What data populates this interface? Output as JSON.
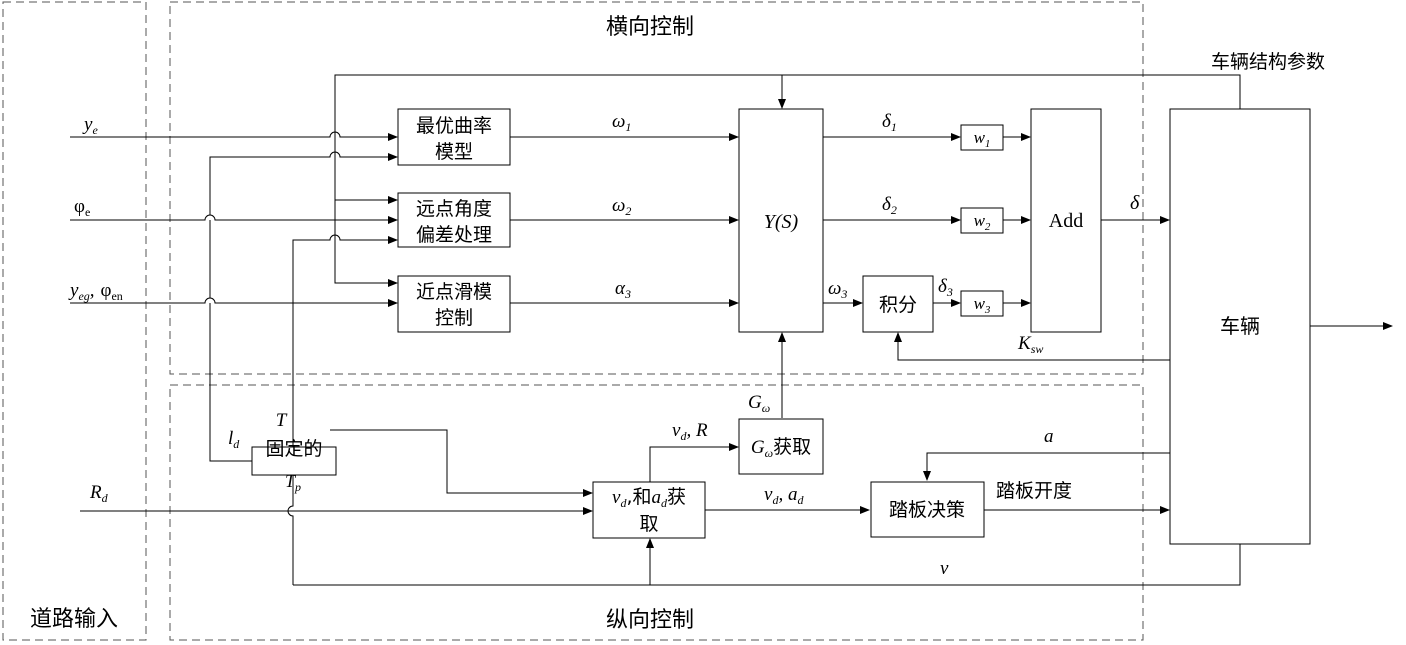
{
  "regions": {
    "road_input": "道路输入",
    "lateral": "横向控制",
    "longitudinal": "纵向控制"
  },
  "inputs": {
    "ye": "y",
    "ye_sub": "e",
    "phie": "φ",
    "phie_sub": "e",
    "yeg": "y",
    "yeg_sub": "eg",
    "yeg_sep": ",",
    "phien": "φ",
    "phien_sub": "en",
    "Rd": "R",
    "Rd_sub": "d"
  },
  "blocks": {
    "opt_curv_l1": "最优曲率",
    "opt_curv_l2": "模型",
    "far_angle_l1": "远点角度",
    "far_angle_l2": "偏差处理",
    "near_slide_l1": "近点滑模",
    "near_slide_l2": "控制",
    "ys": "Y(S)",
    "integ": "积分",
    "w1": "w",
    "w1_sub": "1",
    "w2": "w",
    "w2_sub": "2",
    "w3": "w",
    "w3_sub": "3",
    "add": "Add",
    "vehicle": "车辆",
    "fixed_l1": "固定的",
    "fixed_T": "T",
    "fixed_Tp": "T",
    "fixed_Tp_sub": "p",
    "gw_main": "G",
    "gw_sub": "ω",
    "gw_tail": "获取",
    "vdad_v": "v",
    "vdad_vsub": "d",
    "vdad_and": ",和",
    "vdad_a": "a",
    "vdad_asub": "d",
    "vdad_tail": "获",
    "vdad_l2": "取",
    "pedal": "踏板决策"
  },
  "signals": {
    "w1": "ω",
    "w1_sub": "1",
    "w2": "ω",
    "w2_sub": "2",
    "a3": "α",
    "a3_sub": "3",
    "w3": "ω",
    "w3_sub": "3",
    "d1": "δ",
    "d1_sub": "1",
    "d2": "δ",
    "d2_sub": "2",
    "d3": "δ",
    "d3_sub": "3",
    "delta": "δ",
    "ksw": "K",
    "ksw_sub": "sw",
    "gw": "G",
    "gw_sub": "ω",
    "ld": "l",
    "ld_sub": "d",
    "vdR_v": "v",
    "vdR_vsub": "d",
    "vdR_R": ", R",
    "vdad_v": "v",
    "vdad_vsub": "d",
    "vdad_a": ", a",
    "vdad_asub": "d",
    "a": "a",
    "v": "v",
    "pedal_open": "踏板开度",
    "veh_params": "车辆结构参数"
  }
}
